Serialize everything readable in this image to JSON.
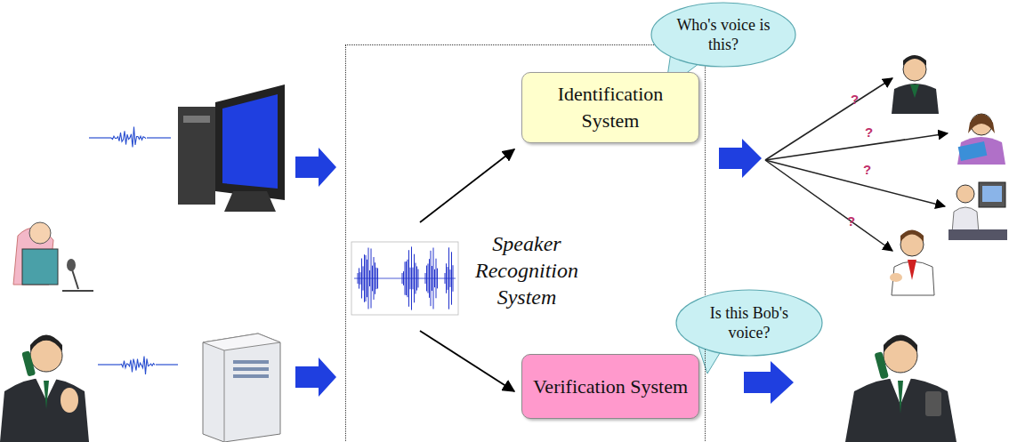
{
  "diagram": {
    "nodes": [
      {
        "text": [
          "Speaker Recognition System"
        ]
      },
      {
        "text": [
          "Identification System"
        ],
        "in": 0
      },
      {
        "text": [
          "Verification System"
        ],
        "in": 0
      },
      {
        "text": [
          "Who's voice is this?"
        ]
      },
      {
        "text": [
          "Is this Bob's voice?"
        ]
      }
    ],
    "labels": [
      "?",
      "?",
      "?",
      "?"
    ]
  }
}
